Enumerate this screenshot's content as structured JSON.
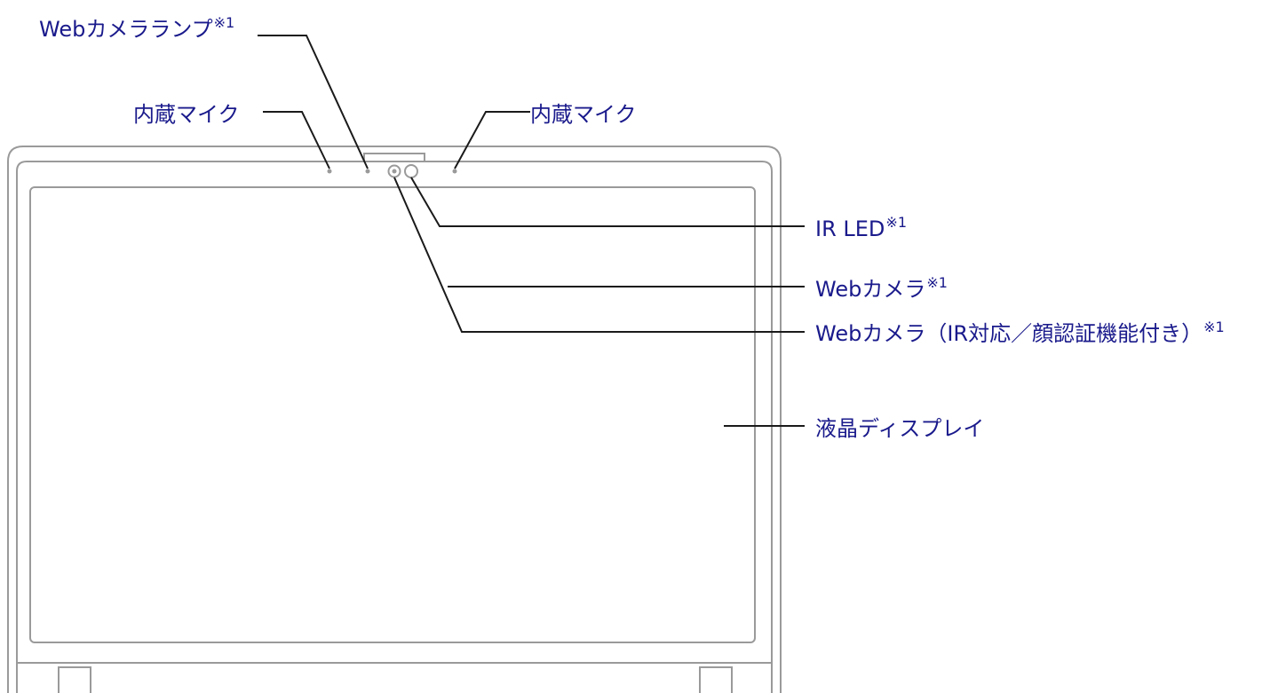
{
  "colors": {
    "label_text": "#1a1a8c",
    "outline": "#9a9a9a",
    "leader_line": "#1a1a1a"
  },
  "labels": {
    "webcam_lamp": {
      "text": "Webカメラランプ",
      "note": "※1"
    },
    "mic_left": {
      "text": "内蔵マイク"
    },
    "mic_right": {
      "text": "内蔵マイク"
    },
    "ir_led": {
      "text": "IR LED",
      "note": "※1"
    },
    "webcam": {
      "text": "Webカメラ",
      "note": "※1"
    },
    "webcam_ir": {
      "text": "Webカメラ（IR対応／顔認証機能付き）",
      "note": "※1"
    },
    "lcd": {
      "text": "液晶ディスプレイ"
    }
  }
}
